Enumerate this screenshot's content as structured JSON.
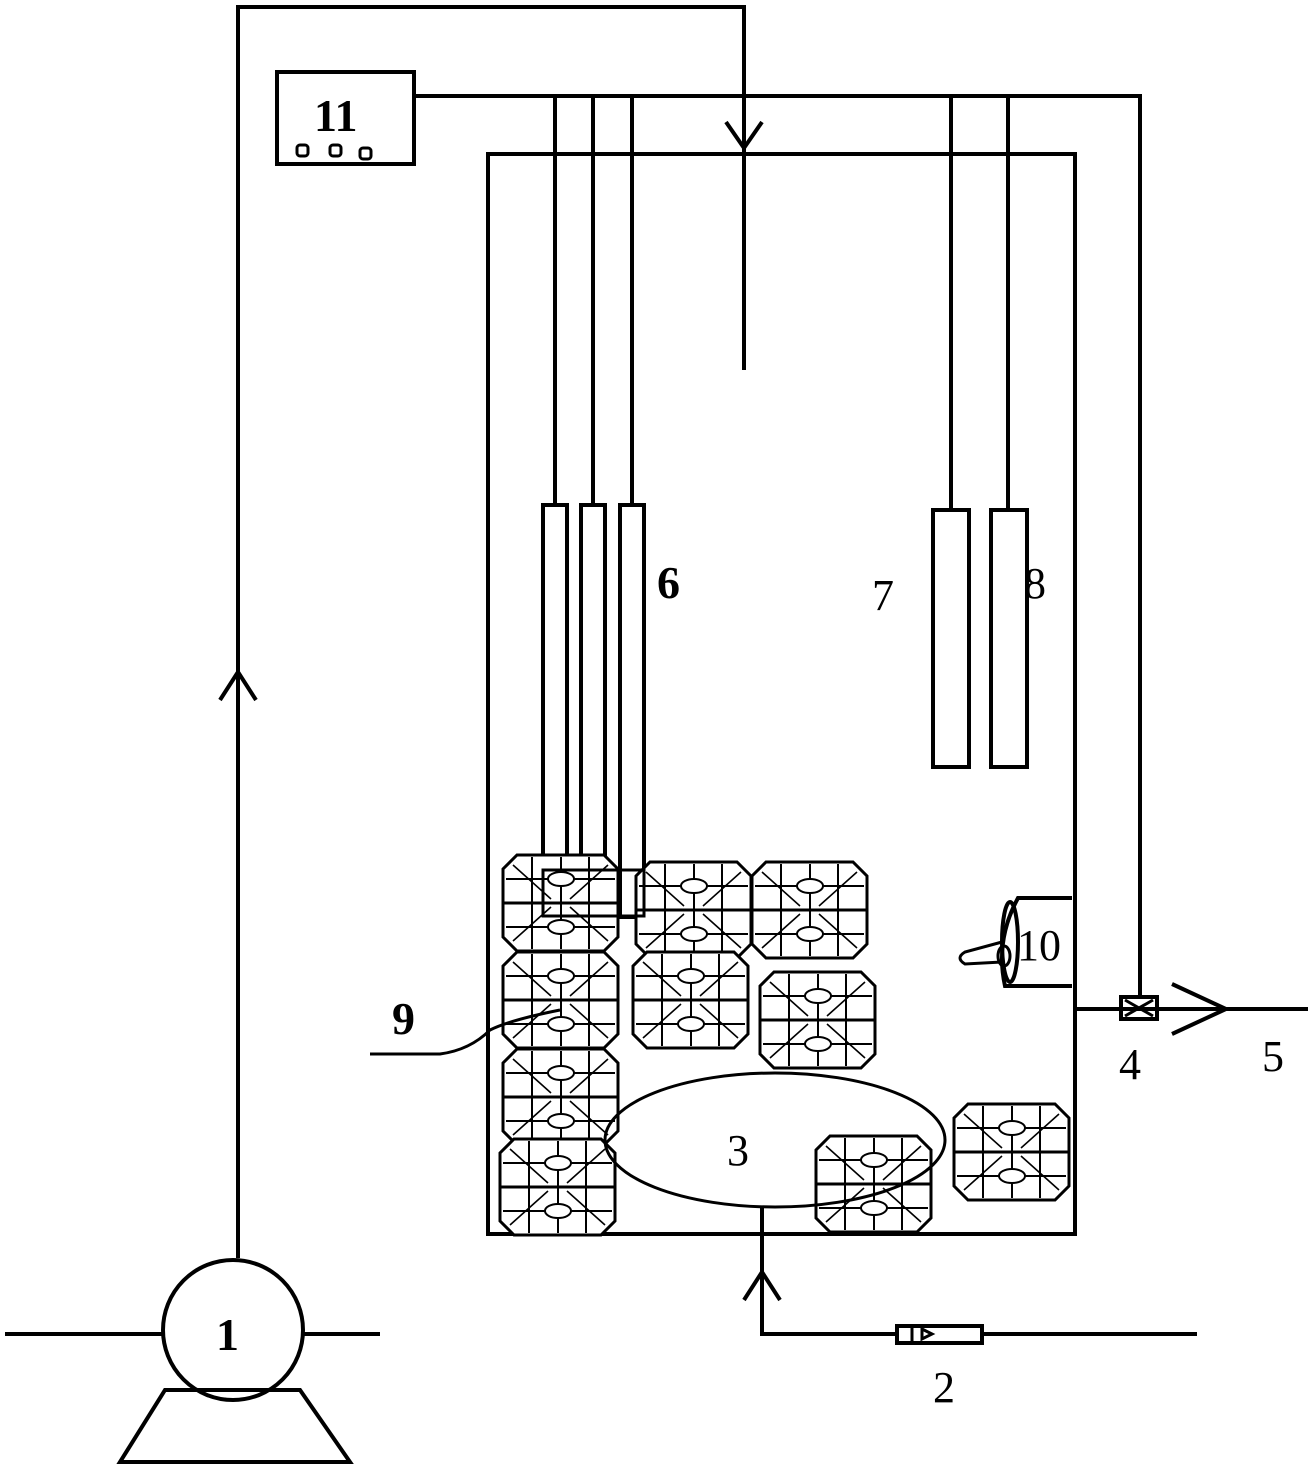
{
  "diagram": {
    "labels": {
      "pump": "1",
      "flowmeter": "2",
      "aerator": "3",
      "outlet_valve": "4",
      "outlet": "5",
      "electrode_group": "6",
      "probe_7": "7",
      "probe_8": "8",
      "cable": "9",
      "heater": "10",
      "controller": "11"
    },
    "colors": {
      "line": "#000000",
      "background": "#ffffff"
    }
  }
}
